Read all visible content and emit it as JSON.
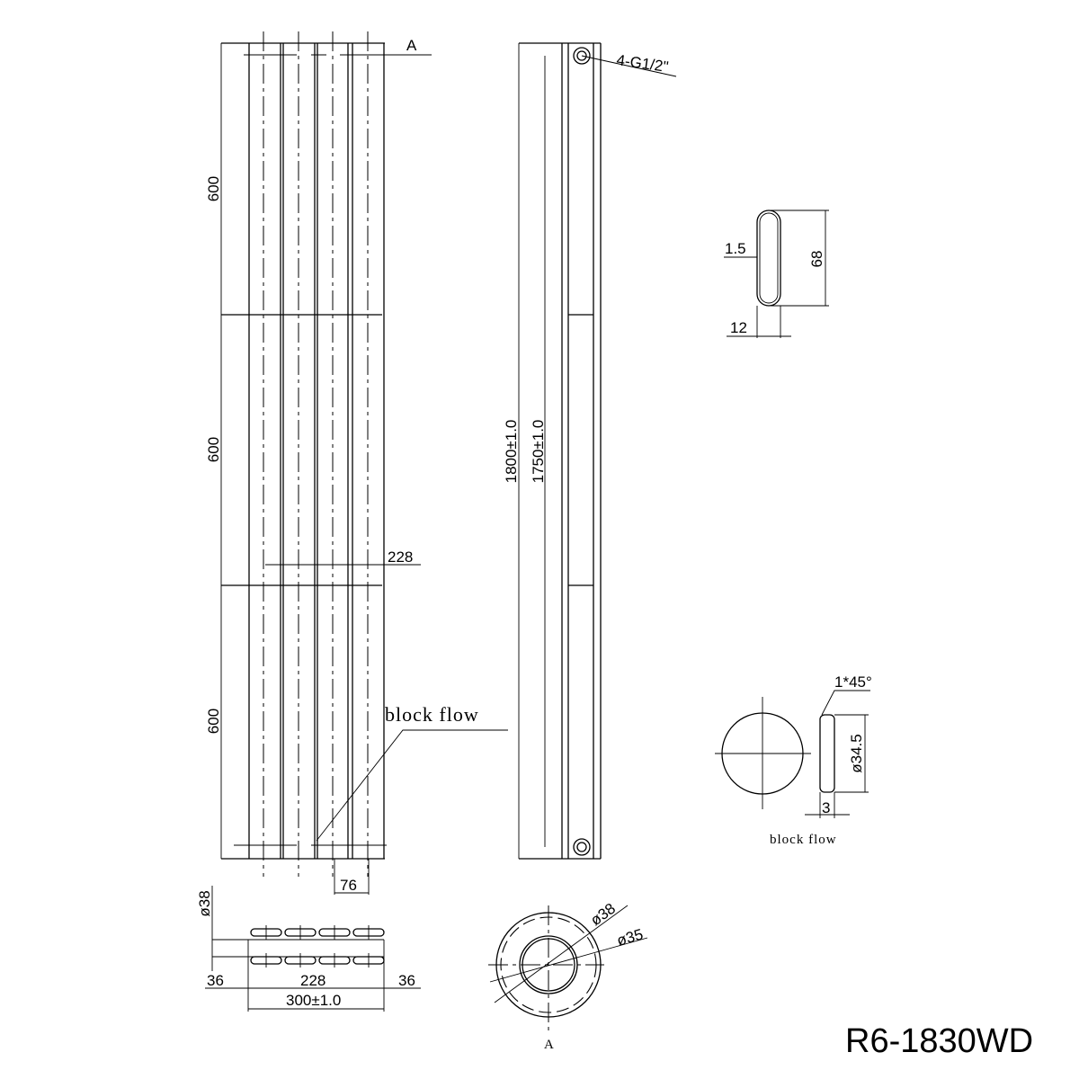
{
  "front_view": {
    "section_label": "A",
    "segment_dims": [
      "600",
      "600",
      "600"
    ],
    "inner_width_dim": "228",
    "tube_pitch_dim": "76",
    "block_flow_label": "block flow"
  },
  "side_view": {
    "connection_label": "4-G1/2\"",
    "overall_height_dim": "1800±1.0",
    "center_height_dim": "1750±1.0"
  },
  "tube_section": {
    "wall_dim": "1.5",
    "depth_dim": "68",
    "width_dim": "12"
  },
  "block_flow_detail": {
    "chamfer_dim": "1*45°",
    "diameter_dim": "ø34.5",
    "thickness_dim": "3",
    "label": "block flow"
  },
  "bottom_view": {
    "pipe_dim": "ø38",
    "left_offset": "36",
    "center_dim": "228",
    "right_offset": "36",
    "overall_width": "300±1.0"
  },
  "section_a": {
    "outer_dim": "ø38",
    "inner_dim": "ø35",
    "label": "A"
  },
  "model_code": "R6-1830WD"
}
